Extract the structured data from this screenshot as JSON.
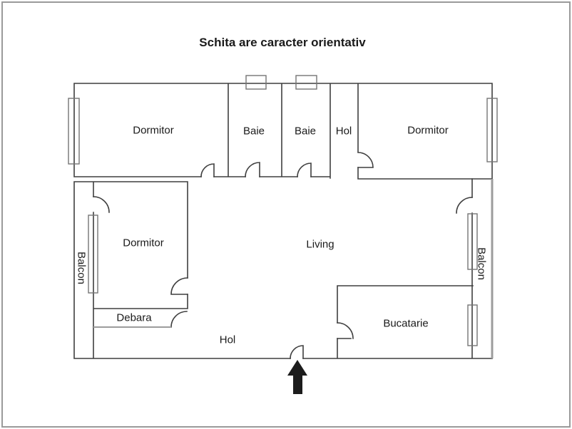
{
  "title": "Schita are caracter orientativ",
  "rooms": [
    {
      "id": "dormitor-top-left",
      "label": "Dormitor"
    },
    {
      "id": "baie-1",
      "label": "Baie"
    },
    {
      "id": "baie-2",
      "label": "Baie"
    },
    {
      "id": "hol-top",
      "label": "Hol"
    },
    {
      "id": "dormitor-top-right",
      "label": "Dormitor"
    },
    {
      "id": "dormitor-bottom-left",
      "label": "Dormitor"
    },
    {
      "id": "living",
      "label": "Living"
    },
    {
      "id": "debara",
      "label": "Debara"
    },
    {
      "id": "hol-bottom",
      "label": "Hol"
    },
    {
      "id": "bucatarie",
      "label": "Bucatarie"
    },
    {
      "id": "balcon-left",
      "label": "Balcon"
    },
    {
      "id": "balcon-right",
      "label": "Balcon"
    }
  ],
  "icons": {
    "entrance_arrow": "up-arrow marking apartment entrance"
  },
  "colors": {
    "wall": "#3f3f3f",
    "balcony_wall": "#9c9c9c",
    "window": "#757575",
    "arrow": "#1c1c1c",
    "frame": "#9a9a9a",
    "text": "#1a1a1a",
    "background": "#ffffff"
  }
}
